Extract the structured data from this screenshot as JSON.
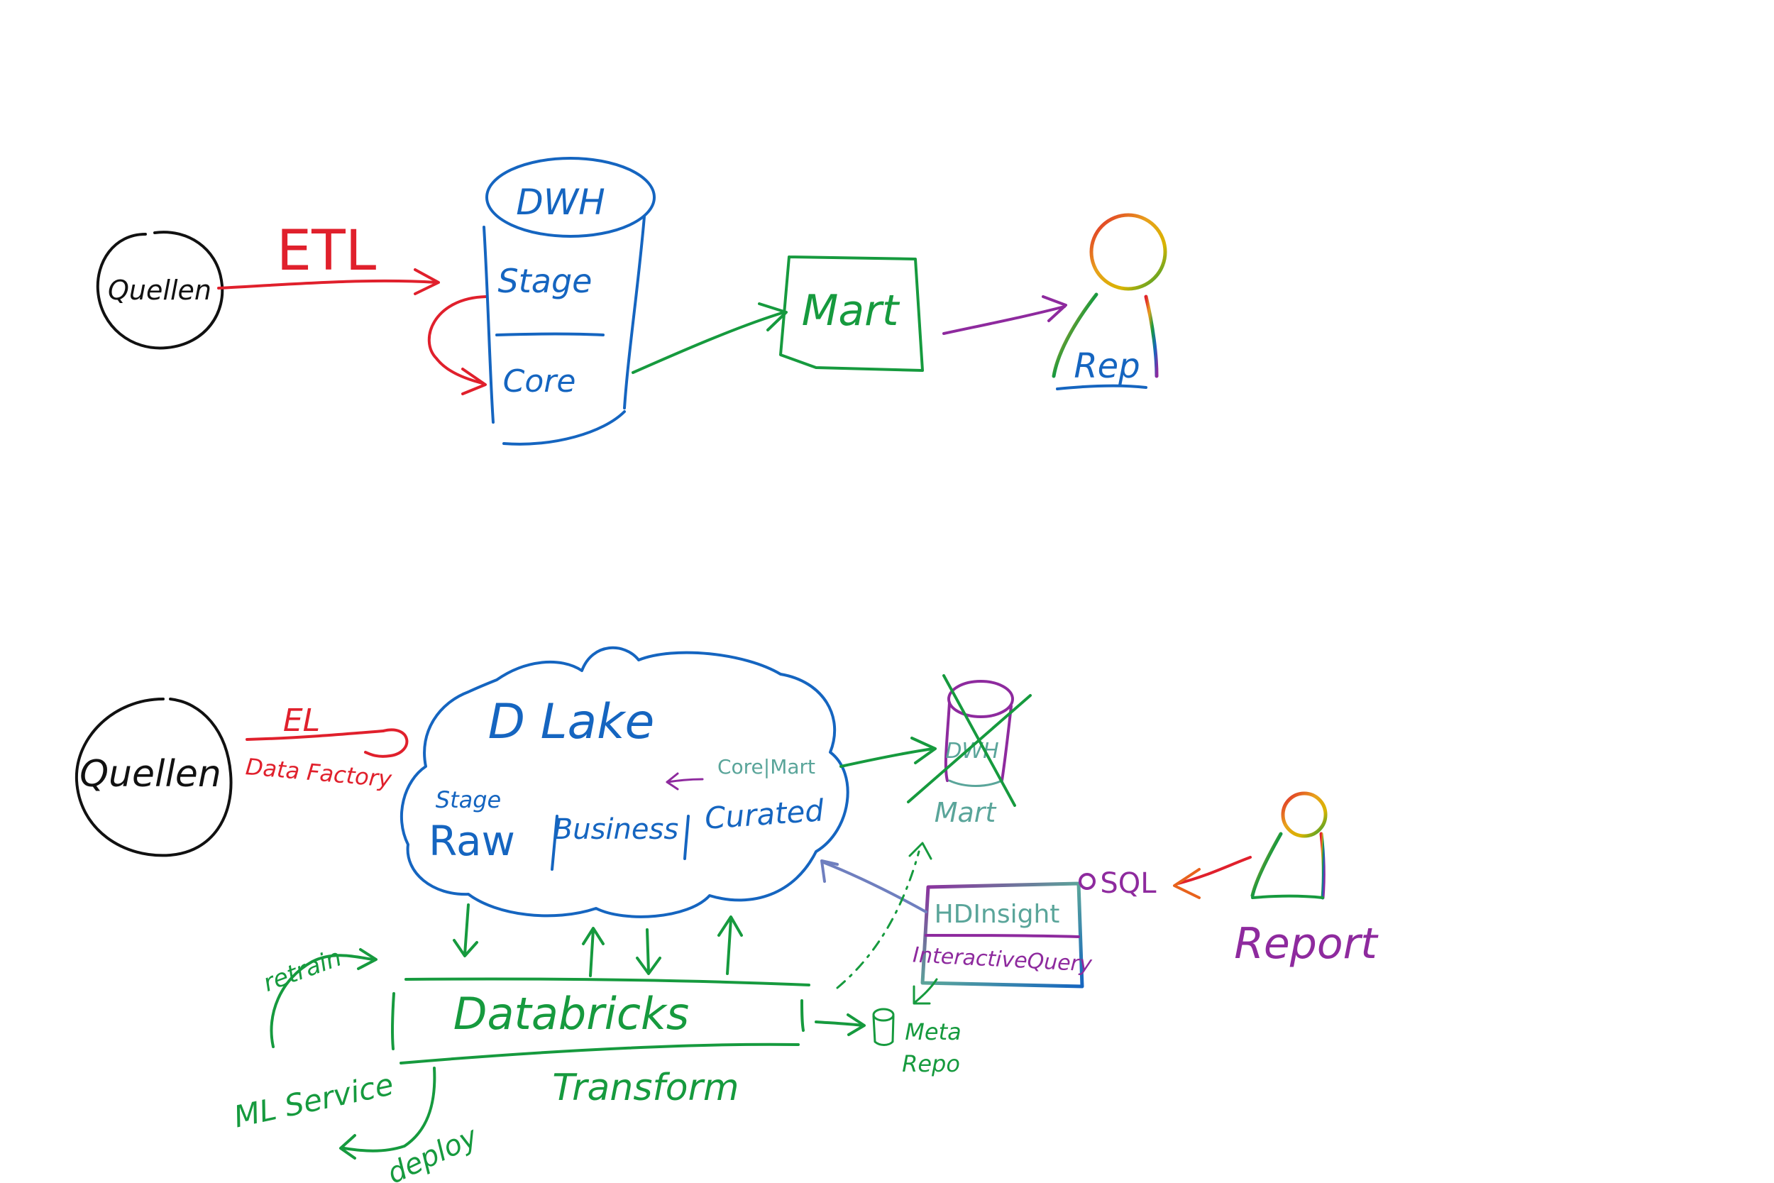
{
  "colors": {
    "black": "#111111",
    "red": "#e0202c",
    "blue": "#1565c0",
    "green": "#169a3e",
    "purple": "#8e2a9e",
    "teal": "#5aa59a",
    "orange": "#e8621c",
    "yellow": "#d8b400"
  },
  "top": {
    "sources": "Quellen",
    "etl": "ETL",
    "dwh": "DWH",
    "stage": "Stage",
    "core": "Core",
    "mart": "Mart",
    "rep": "Rep"
  },
  "bottom": {
    "sources": "Quellen",
    "el": "EL",
    "data_factory": "Data Factory",
    "lake": "D Lake",
    "stage": "Stage",
    "raw": "Raw",
    "business": "Business",
    "curated": "Curated",
    "core_mart": "Core|Mart",
    "dwh": "DWH",
    "mart": "Mart",
    "hdinsight": "HDInsight",
    "interactive_query": "InteractiveQuery",
    "sql": "SQL",
    "report": "Report",
    "databricks": "Databricks",
    "transform": "Transform",
    "meta": "Meta",
    "repo": "Repo",
    "retrain": "retrain",
    "ml_service": "ML Service",
    "deploy": "deploy"
  }
}
